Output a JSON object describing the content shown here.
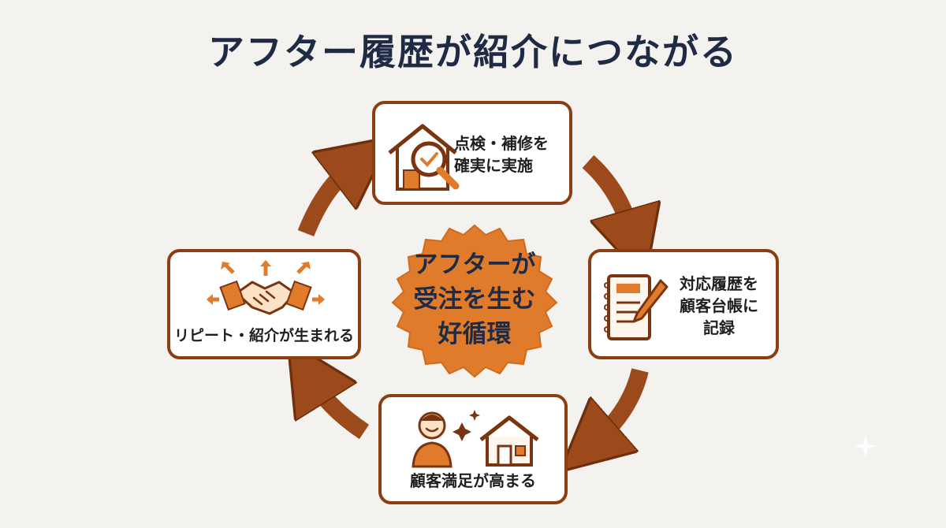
{
  "title": "アフター履歴が紹介につながる",
  "center": {
    "label": "アフターが\n受注を生む\n好循環"
  },
  "steps": [
    {
      "label": "点検・補修を\n確実に実施",
      "icon": "house-inspection-icon"
    },
    {
      "label": "対応履歴を\n顧客台帳に\n記録",
      "icon": "notebook-pen-icon"
    },
    {
      "label": "顧客満足が高まる",
      "icon": "happy-customer-house-icon"
    },
    {
      "label": "リピート・紹介が生まれる",
      "icon": "handshake-icon"
    }
  ],
  "colors": {
    "title": "#1f2a44",
    "accent": "#e07b2c",
    "border": "#8a3e12",
    "arrow": "#9c4a1c",
    "background": "#f4f2ee"
  }
}
